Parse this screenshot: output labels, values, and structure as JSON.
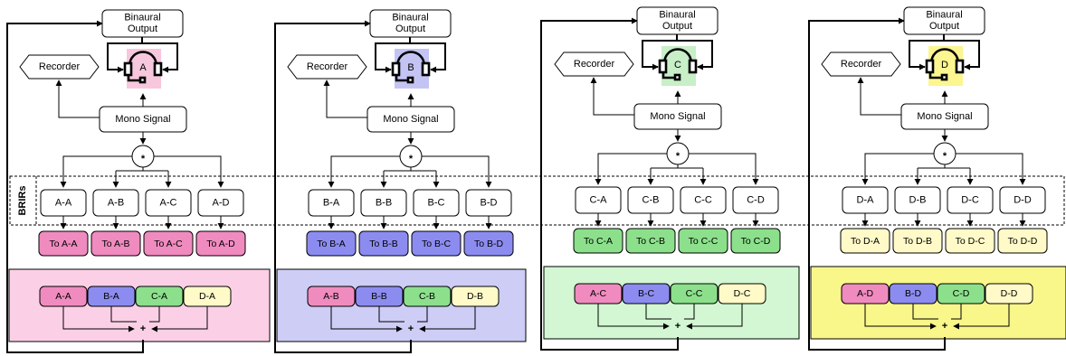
{
  "brirs_label": "BRIRs",
  "colors": {
    "A": "#f08bbf",
    "B": "#8c8cf0",
    "C": "#8ce08c",
    "D": "#fffac8",
    "A_headset_bg": "#f7c7dd",
    "B_headset_bg": "#c4c4f4",
    "C_headset_bg": "#c8efc8",
    "D_headset_bg": "#fbf690",
    "A_panel": "#fbd0e6",
    "B_panel": "#cdcdf6",
    "C_panel": "#d2f7d2",
    "D_panel": "#f9f68a"
  },
  "icons": [
    "headphones-icon",
    "asterisk-convolution-icon",
    "plus-sum-icon",
    "arrow-icon"
  ],
  "groups": [
    {
      "letter": "A",
      "binaural_line1": "Binaural",
      "binaural_line2": "Output",
      "recorder": "Recorder",
      "mono": "Mono Signal",
      "convolve": "*",
      "sum": "+",
      "brirs": [
        "A-A",
        "A-B",
        "A-C",
        "A-D"
      ],
      "sends": [
        "To A-A",
        "To A-B",
        "To A-C",
        "To A-D"
      ],
      "inputs": [
        "A-A",
        "B-A",
        "C-A",
        "D-A"
      ]
    },
    {
      "letter": "B",
      "binaural_line1": "Binaural",
      "binaural_line2": "Output",
      "recorder": "Recorder",
      "mono": "Mono Signal",
      "convolve": "*",
      "sum": "+",
      "brirs": [
        "B-A",
        "B-B",
        "B-C",
        "B-D"
      ],
      "sends": [
        "To B-A",
        "To B-B",
        "To B-C",
        "To B-D"
      ],
      "inputs": [
        "A-B",
        "B-B",
        "C-B",
        "D-B"
      ]
    },
    {
      "letter": "C",
      "binaural_line1": "Binaural",
      "binaural_line2": "Output",
      "recorder": "Recorder",
      "mono": "Mono Signal",
      "convolve": "*",
      "sum": "+",
      "brirs": [
        "C-A",
        "C-B",
        "C-C",
        "C-D"
      ],
      "sends": [
        "To C-A",
        "To C-B",
        "To C-C",
        "To C-D"
      ],
      "inputs": [
        "A-C",
        "B-C",
        "C-C",
        "D-C"
      ]
    },
    {
      "letter": "D",
      "binaural_line1": "Binaural",
      "binaural_line2": "Output",
      "recorder": "Recorder",
      "mono": "Mono Signal",
      "convolve": "*",
      "sum": "+",
      "brirs": [
        "D-A",
        "D-B",
        "D-C",
        "D-D"
      ],
      "sends": [
        "To D-A",
        "To D-B",
        "To D-C",
        "To D-D"
      ],
      "inputs": [
        "A-D",
        "B-D",
        "C-D",
        "D-D"
      ]
    }
  ]
}
